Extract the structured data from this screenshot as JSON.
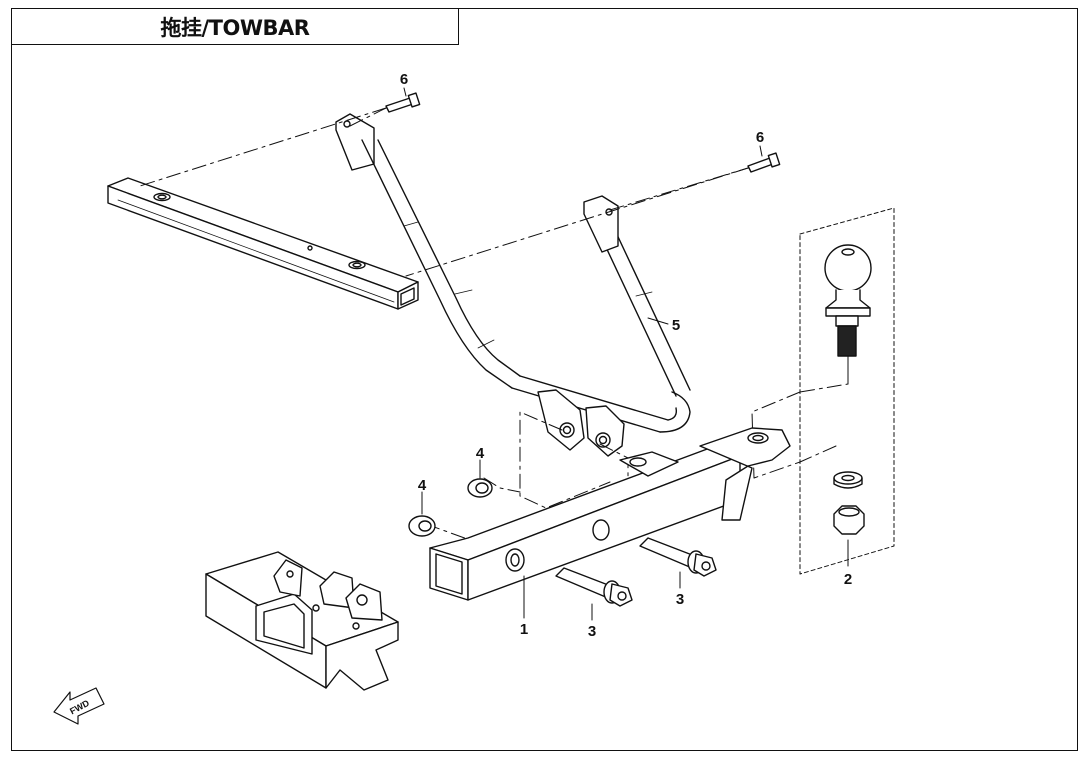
{
  "title": "拖挂/TOWBAR",
  "callouts": {
    "p1": "1",
    "p2": "2",
    "p3a": "3",
    "p3b": "3",
    "p4a": "4",
    "p4b": "4",
    "p5": "5",
    "p6a": "6",
    "p6b": "6"
  },
  "fwd_label": "FWD",
  "line_color": "#111111"
}
